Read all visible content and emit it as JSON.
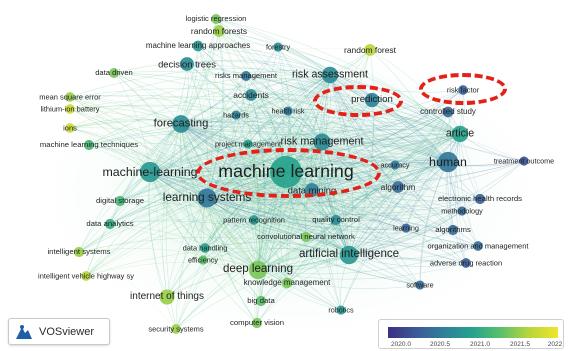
{
  "brand": {
    "name": "VOSviewer",
    "icon": "vosviewer-logo-icon"
  },
  "legend": {
    "ticks": [
      "2020.0",
      "2020.5",
      "2021.0",
      "2021.5",
      "2022"
    ]
  },
  "colors": {
    "highlight": "#e32119",
    "early": "#3b2f84",
    "mid": "#26a38c",
    "late": "#f0e52a"
  },
  "network": {
    "nodes": [
      {
        "label": "machine learning",
        "w": 1.0,
        "year": 2021.1
      },
      {
        "label": "machine-learning",
        "w": 0.55,
        "year": 2021.0
      },
      {
        "label": "human",
        "w": 0.55,
        "year": 2020.7
      },
      {
        "label": "learning systems",
        "w": 0.5,
        "year": 2020.7
      },
      {
        "label": "artificial intelligence",
        "w": 0.48,
        "year": 2021.0
      },
      {
        "label": "deep learning",
        "w": 0.48,
        "year": 2021.5
      },
      {
        "label": "risk assessment",
        "w": 0.4,
        "year": 2020.9
      },
      {
        "label": "risk management",
        "w": 0.42,
        "year": 2020.9
      },
      {
        "label": "forecasting",
        "w": 0.45,
        "year": 2020.9
      },
      {
        "label": "article",
        "w": 0.4,
        "year": 2021.1
      },
      {
        "label": "internet of things",
        "w": 0.35,
        "year": 2021.6
      },
      {
        "label": "prediction",
        "w": 0.32,
        "year": 2020.8
      },
      {
        "label": "decision trees",
        "w": 0.3,
        "year": 2020.9
      },
      {
        "label": "data mining",
        "w": 0.3,
        "year": 2020.8
      },
      {
        "label": "random forests",
        "w": 0.22,
        "year": 2021.6
      },
      {
        "label": "logistic regression",
        "w": 0.15,
        "year": 2021.5
      },
      {
        "label": "machine learning approaches",
        "w": 0.18,
        "year": 2021.0
      },
      {
        "label": "forestry",
        "w": 0.12,
        "year": 2020.9
      },
      {
        "label": "random forest",
        "w": 0.22,
        "year": 2021.7
      },
      {
        "label": "data driven",
        "w": 0.15,
        "year": 2021.5
      },
      {
        "label": "risks management",
        "w": 0.15,
        "year": 2020.7
      },
      {
        "label": "accidents",
        "w": 0.22,
        "year": 2020.9
      },
      {
        "label": "mean square error",
        "w": 0.14,
        "year": 2021.6
      },
      {
        "label": "lithium-ion battery",
        "w": 0.14,
        "year": 2021.8
      },
      {
        "label": "ions",
        "w": 0.14,
        "year": 2021.8
      },
      {
        "label": "hazards",
        "w": 0.12,
        "year": 2020.8
      },
      {
        "label": "health risk",
        "w": 0.12,
        "year": 2020.7
      },
      {
        "label": "risk factor",
        "w": 0.14,
        "year": 2020.5
      },
      {
        "label": "controlled study",
        "w": 0.18,
        "year": 2020.6
      },
      {
        "label": "machine learning techniques",
        "w": 0.16,
        "year": 2021.3
      },
      {
        "label": "project management",
        "w": 0.12,
        "year": 2021.1
      },
      {
        "label": "accuracy",
        "w": 0.12,
        "year": 2020.7
      },
      {
        "label": "treatment outcome",
        "w": 0.12,
        "year": 2020.3
      },
      {
        "label": "algorithm",
        "w": 0.22,
        "year": 2020.6
      },
      {
        "label": "digital storage",
        "w": 0.16,
        "year": 2021.3
      },
      {
        "label": "electronic health records",
        "w": 0.16,
        "year": 2020.5
      },
      {
        "label": "methodology",
        "w": 0.12,
        "year": 2020.6
      },
      {
        "label": "data analytics",
        "w": 0.16,
        "year": 2021.2
      },
      {
        "label": "pattern recognition",
        "w": 0.14,
        "year": 2021.0
      },
      {
        "label": "quality control",
        "w": 0.16,
        "year": 2020.9
      },
      {
        "label": "learning",
        "w": 0.12,
        "year": 2020.5
      },
      {
        "label": "algorithms",
        "w": 0.16,
        "year": 2020.6
      },
      {
        "label": "convolutional neural network",
        "w": 0.16,
        "year": 2021.5
      },
      {
        "label": "organization and management",
        "w": 0.14,
        "year": 2020.6
      },
      {
        "label": "intelligent systems",
        "w": 0.16,
        "year": 2021.6
      },
      {
        "label": "data handling",
        "w": 0.14,
        "year": 2021.1
      },
      {
        "label": "efficiency",
        "w": 0.12,
        "year": 2021.4
      },
      {
        "label": "adverse drug reaction",
        "w": 0.14,
        "year": 2020.4
      },
      {
        "label": "intelligent vehicle highway sy",
        "w": 0.14,
        "year": 2021.7
      },
      {
        "label": "knowledge management",
        "w": 0.18,
        "year": 2021.5
      },
      {
        "label": "software",
        "w": 0.12,
        "year": 2020.6
      },
      {
        "label": "big data",
        "w": 0.16,
        "year": 2021.4
      },
      {
        "label": "robotics",
        "w": 0.12,
        "year": 2021.0
      },
      {
        "label": "security systems",
        "w": 0.14,
        "year": 2021.6
      },
      {
        "label": "computer vision",
        "w": 0.16,
        "year": 2021.5
      }
    ]
  }
}
